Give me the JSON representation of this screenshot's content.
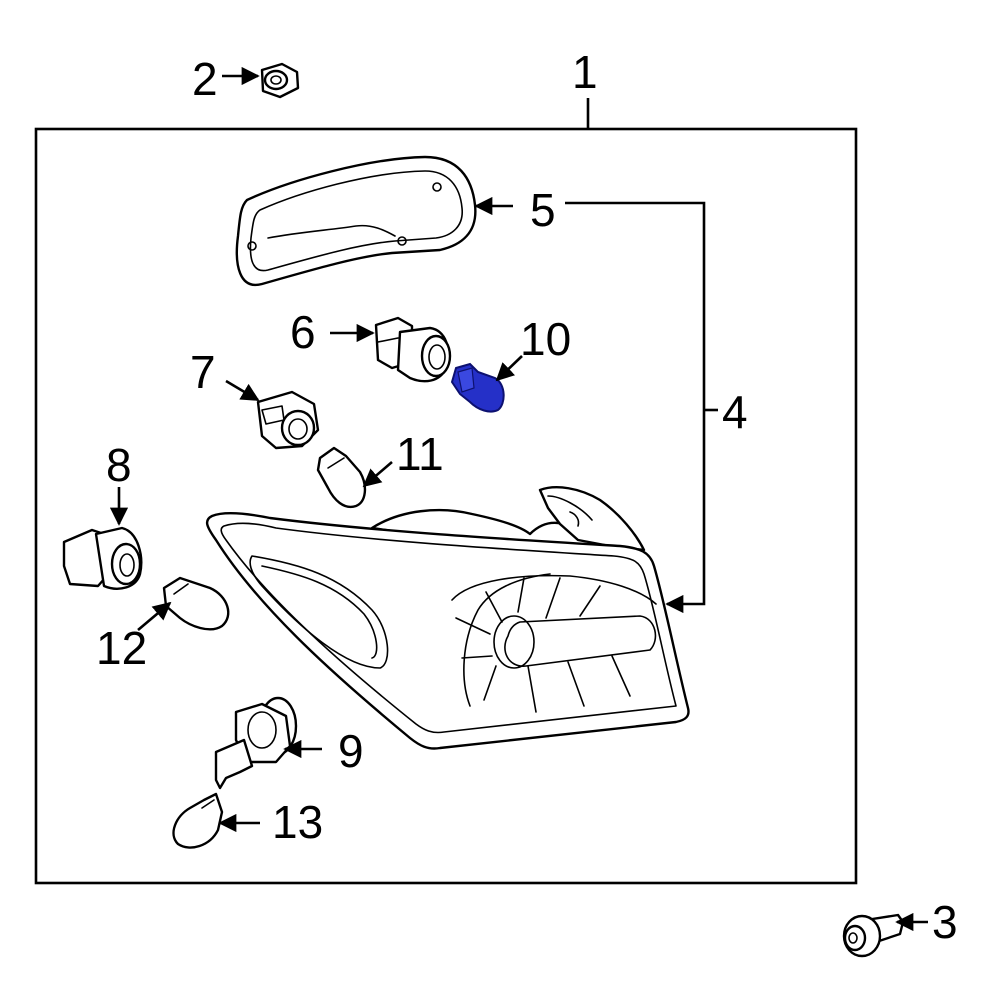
{
  "diagram": {
    "highlight_color": "#2530c8",
    "highlighted_part": "10",
    "callouts": {
      "c1": "1",
      "c2": "2",
      "c3": "3",
      "c4": "4",
      "c5": "5",
      "c6": "6",
      "c7": "7",
      "c8": "8",
      "c9": "9",
      "c10": "10",
      "c11": "11",
      "c12": "12",
      "c13": "13"
    }
  }
}
